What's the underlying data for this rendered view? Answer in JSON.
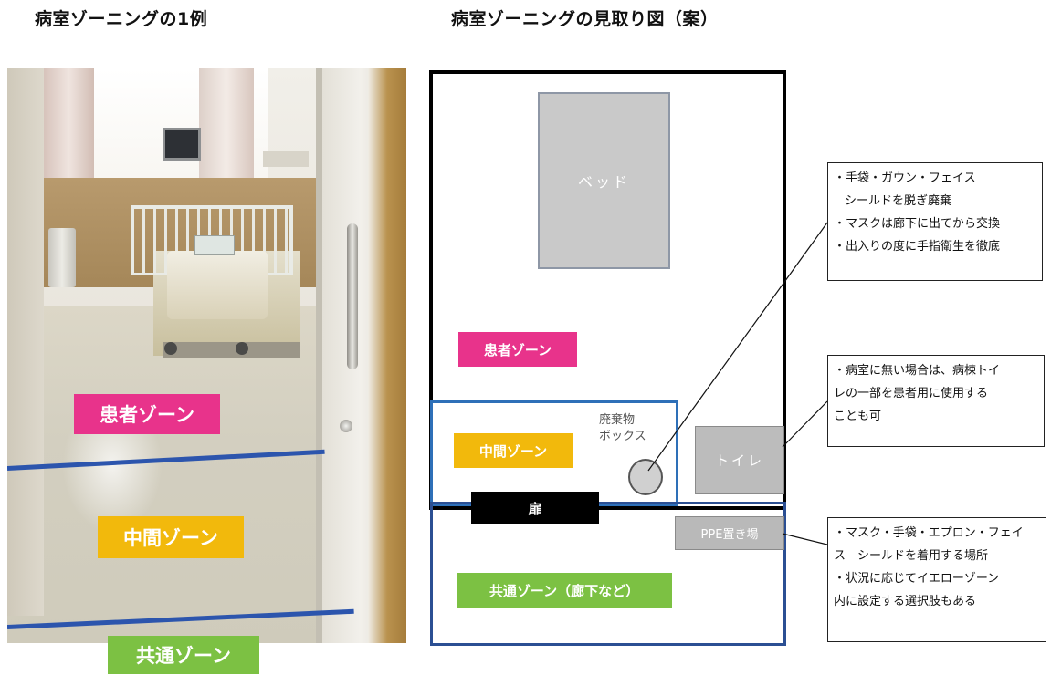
{
  "titles": {
    "left": "病室ゾーニングの1例",
    "right": "病室ゾーニングの見取り図（案）"
  },
  "photo": {
    "labels": {
      "patient_zone": "患者ゾーン",
      "middle_zone": "中間ゾーン",
      "common_zone": "共通ゾーン"
    }
  },
  "floor_plan": {
    "bed": "ベッド",
    "patient_zone": "患者ゾーン",
    "middle_zone": "中間ゾーン",
    "common_zone": "共通ゾーン（廊下など）",
    "door": "扉",
    "toilet": "トイレ",
    "ppe_area": "PPE置き場",
    "waste_box": [
      "廃棄物",
      "ボックス"
    ]
  },
  "notes": {
    "waste": [
      "・手袋・ガウン・フェイス",
      "シールドを脱ぎ廃棄",
      "・マスクは廊下に出てから交換",
      "・出入りの度に手指衛生を徹底"
    ],
    "toilet": [
      "・病室に無い場合は、病棟トイ",
      "レの一部を患者用に使用する",
      "ことも可"
    ],
    "ppe": [
      "・マスク・手袋・エプロン・フェイ",
      "ス　シールドを着用する場所",
      "・状況に応じてイエローゾーン",
      "内に設定する選択肢もある"
    ]
  },
  "colors": {
    "patient_zone": "#e8338b",
    "middle_zone": "#f2b90c",
    "common_zone": "#7cc143",
    "middle_border": "#2e70b8",
    "common_border": "#2b4f93",
    "floor_tape": "#2c55ad"
  }
}
